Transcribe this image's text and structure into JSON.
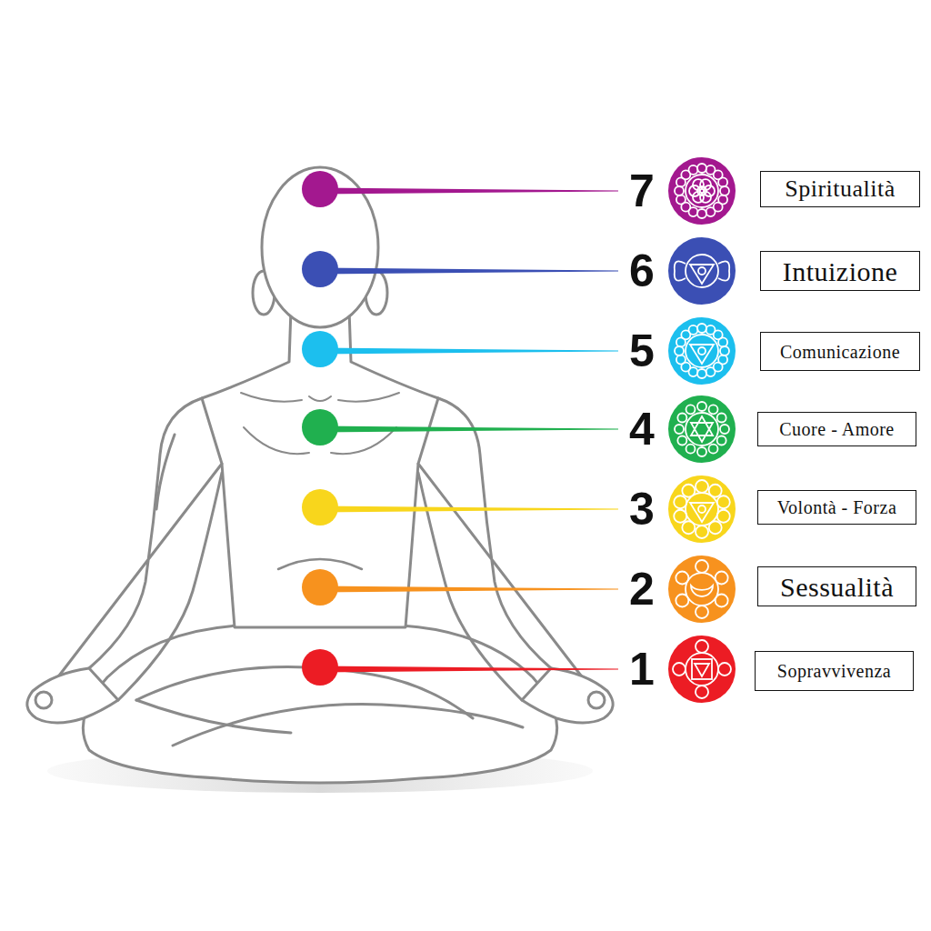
{
  "diagram": {
    "nodes": [
      {
        "text": [
          "Spiritualità"
        ]
      },
      {
        "text": [
          "Intuizione"
        ]
      },
      {
        "text": [
          "Comunicazione"
        ]
      },
      {
        "text": [
          "Cuore - Amore"
        ]
      },
      {
        "text": [
          "Volontà - Forza"
        ]
      },
      {
        "text": [
          "Sessualità"
        ]
      },
      {
        "text": [
          "Sopravvivenza"
        ]
      }
    ],
    "labels": [
      "7",
      "6",
      "5",
      "4",
      "3",
      "2",
      "1"
    ]
  }
}
